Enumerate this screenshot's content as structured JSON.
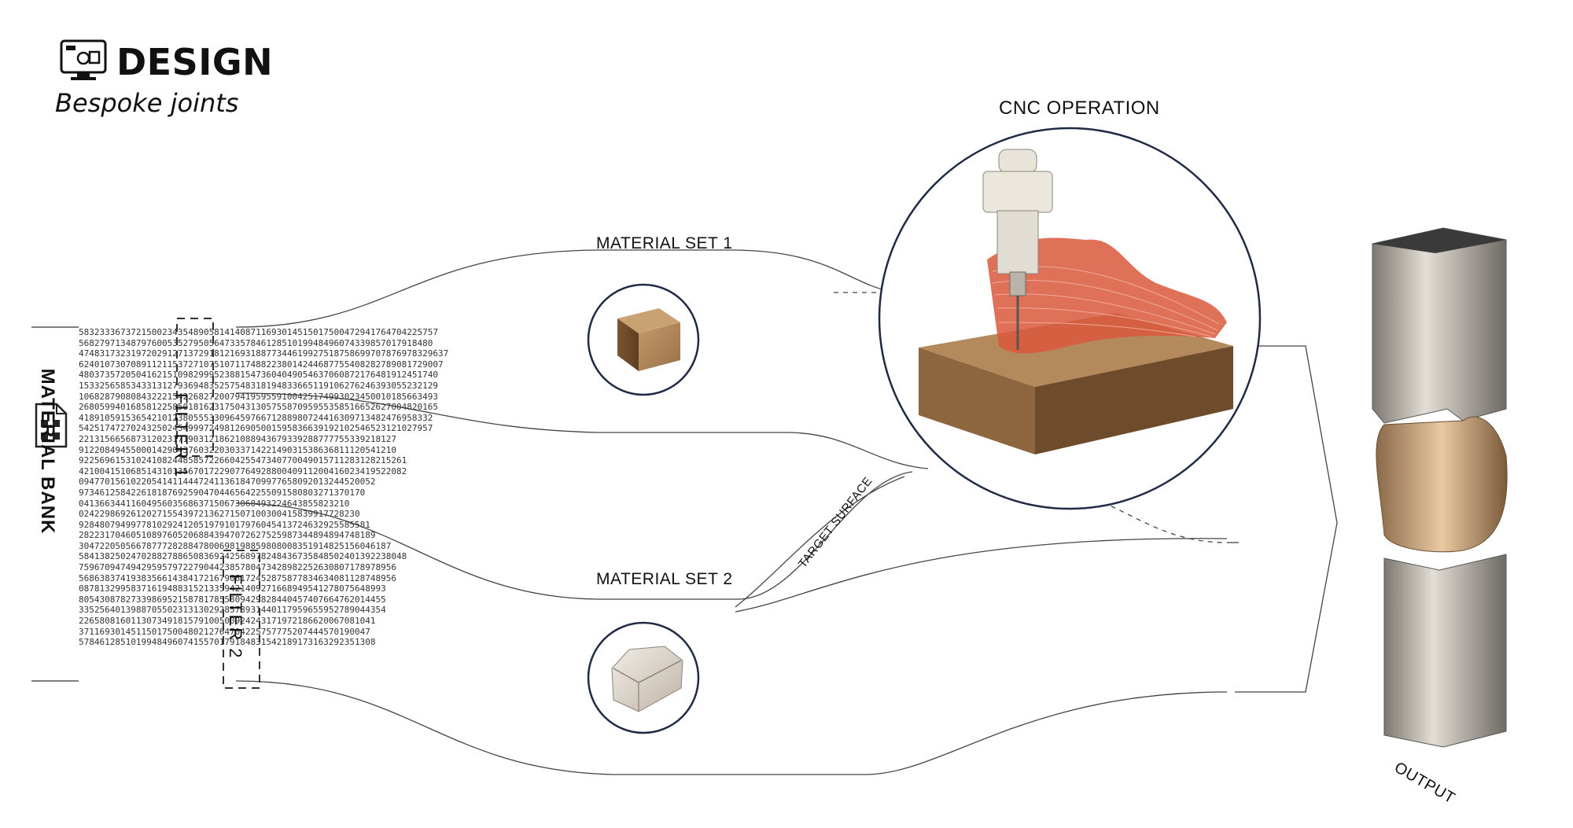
{
  "header": {
    "title": "DESIGN",
    "subtitle": "Bespoke joints",
    "icon": "computer-design-icon"
  },
  "labels": {
    "material_bank": "MATERIAL BANK",
    "filter_1": "FILTER 1",
    "filter_2": "FILTER 2",
    "material_set_1": "MATERIAL SET 1",
    "material_set_2": "MATERIAL SET 2",
    "cnc_operation": "CNC OPERATION",
    "target_surface": "TARGET SURFACE",
    "output": "OUTPUT"
  },
  "icons": {
    "bank": "material-bank-document-icon",
    "wood_block": "wood-block-icon",
    "marble_block": "marble-block-icon",
    "cnc": "cnc-spindle-icon",
    "output": "joint-column-icon"
  },
  "colors": {
    "line": "#222222",
    "wood": "#8a6238",
    "toolpath": "#c8432b",
    "marble": "#d9d3c8",
    "digits": "#333333"
  },
  "material_bank_digits": "583233367372150023435489058141408711693014515017500472941764704225757\n56827971348797600535279505647335784612851019948496074339857017918480\n47483173231972029127137291812169318877344619927518758699707876978329637\n6240107307089112115372710751071174882238014244687755408282789081729007\n480373572050416215109829995238815473604049054637060872176481912451740\n153325658534331312793694835257548318194833665119106276246393055232129\n106828790808432221542268272007941959559100425174993023450010185663493\n268059940168581225850181623175043130575587095955358516652627004820165\n41891059153654210123805553309645976671288980724416309713482476958332\n54251747270243250245499972498126905001595836639192102546523121027957\n2213156656873120231719031218621088943679339288777755339218127\n9122084945500014290437603220303371422149031538636811120541210\n922569615310241082448585722660425547340770049015711283128215261\n421004151068514310135670172290776492880040911200416023419522082\n094770156102205414114447241136184709977658092013244520052\n9734612584226181876925904704465642255091580803271370170\n0413663441160495603568637150673060493224643855823210\n024229869261202715543972136271507100300415839917728230\n92848079499778102924120519791017976045413724632925585581\n282231704605108976052068843947072627525987344894894748189\n304722050566787772828847800698198859808008351914825156046187\n584138250247028827886508369242568978248436735848502401392238048\n7596709474942959579722790442385780473428982252630807178978956\n5686383741938356614384172167906172452875877834634081128748956\n08781329958371619488315213359421409271668949541278075648993\n80543087827339869521587817855809429828440457407664762014455\n33525640139887055023131302928578931440117959655952789044354\n226580816011307349181579100500924243171972186620067081041\n37116930145115017500480212764704225757775207444570190047\n578461285101994849607415570179184831542189173163292351308"
}
